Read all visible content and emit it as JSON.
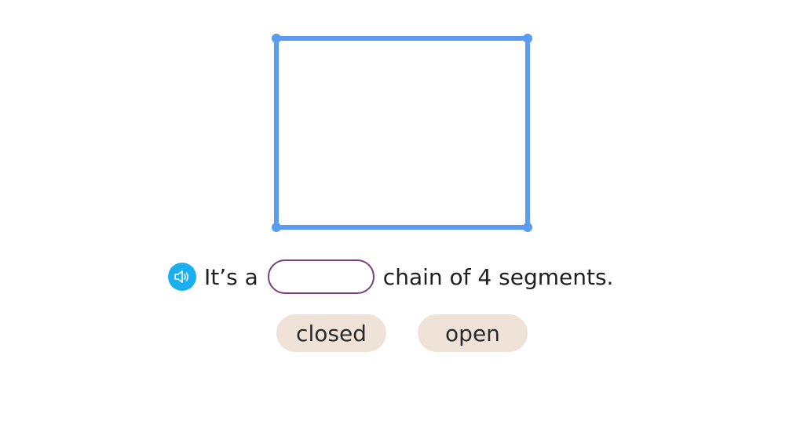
{
  "shape": {
    "icon": "closed-chain-rectangle",
    "color": "#5b9cf0",
    "segments": 4
  },
  "question": {
    "speaker_icon": "speaker-icon",
    "speaker_color": "#1ab0f0",
    "prefix": "It’s a",
    "suffix": "chain of 4 segments."
  },
  "answer_blank": {
    "value": "",
    "border_color": "#7a3e7e"
  },
  "choices": [
    {
      "label": "closed"
    },
    {
      "label": "open"
    }
  ],
  "colors": {
    "choice_bg": "#efe3d8"
  }
}
